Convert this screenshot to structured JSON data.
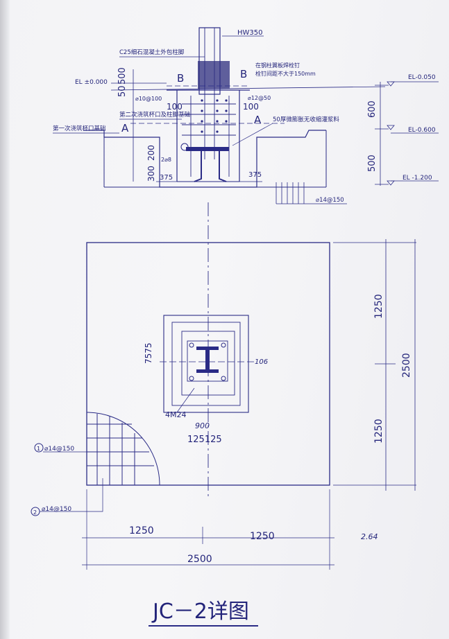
{
  "section": {
    "column_label": "HW350",
    "concrete_note": "C25细石混凝土外包柱脚",
    "stud_note_line1": "在钢柱翼板焊栓钉",
    "stud_note_line2": "栓钉间距不大于150mm",
    "first_pour_note": "第一次浇筑杯口基础",
    "second_pour_note": "第二次浇筑杯口及柱脚基础",
    "grout_note": "50厚微膨胀无收缩灌浆料",
    "cut_a_left": "A",
    "cut_a_right": "A",
    "cut_b_left": "B",
    "cut_b_right": "B",
    "el_000": "EL ±0.000",
    "el_050": "EL-0.050",
    "el_600": "EL-0.600",
    "el_1200": "EL -1.200",
    "dim_500_top": "500",
    "dim_50": "50",
    "dim_100_left": "100",
    "dim_100_right": "100",
    "dim_200": "200",
    "dim_300": "300",
    "dim_375_left": "375",
    "dim_375_right": "375",
    "dim_600": "600",
    "dim_500_bottom": "500",
    "rebar_stirrup": "⌀10@100",
    "rebar_vertical": "⌀12@50",
    "rebar_2d8": "2⌀8",
    "rebar_base": "⌀14@150"
  },
  "plan": {
    "dim_7575": "7575",
    "dim_125125": "125125",
    "handwritten_900": "900",
    "handwritten_106": "106",
    "handwritten_note": "2.64",
    "bolts": "4M24",
    "rebar_1": "⌀14@150",
    "rebar_2": "⌀14@150",
    "marker_1": "1",
    "marker_2": "2",
    "dim_right_top": "1250",
    "dim_right_bottom": "1250",
    "dim_right_total": "2500",
    "dim_bottom_left": "1250",
    "dim_bottom_right": "1250",
    "dim_bottom_total": "2500"
  },
  "title": "JC－2详图",
  "colors": {
    "ink": "#2a2b86",
    "paper": "#f4f4f7"
  }
}
